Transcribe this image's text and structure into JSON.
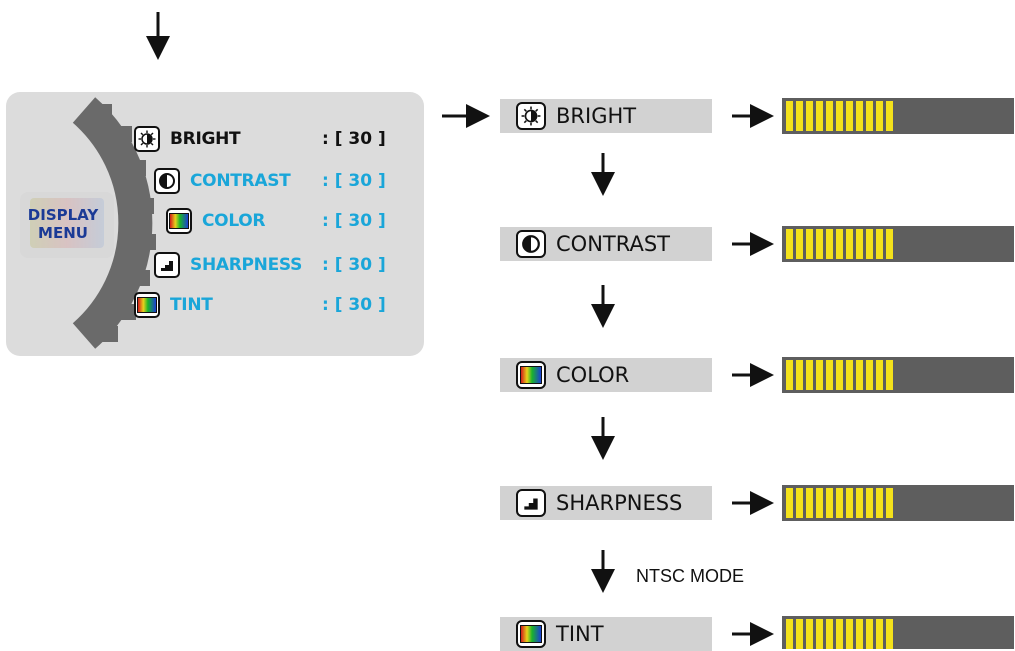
{
  "display_menu": {
    "badge_line1": "DISPLAY",
    "badge_line2": "MENU",
    "items": [
      {
        "label": "BRIGHT",
        "value": ": [ 30 ]",
        "icon": "brightness-icon",
        "selected": true
      },
      {
        "label": "CONTRAST",
        "value": ": [ 30 ]",
        "icon": "contrast-icon",
        "selected": false
      },
      {
        "label": "COLOR",
        "value": ": [ 30 ]",
        "icon": "color-icon",
        "selected": false
      },
      {
        "label": "SHARPNESS",
        "value": ": [ 30 ]",
        "icon": "sharpness-icon",
        "selected": false
      },
      {
        "label": "TINT",
        "value": ": [ 30 ]",
        "icon": "tint-icon",
        "selected": false
      }
    ]
  },
  "flow": {
    "steps": [
      {
        "label": "BRIGHT",
        "icon": "brightness-icon",
        "level_segments": 11
      },
      {
        "label": "CONTRAST",
        "icon": "contrast-icon",
        "level_segments": 11
      },
      {
        "label": "COLOR",
        "icon": "color-icon",
        "level_segments": 11
      },
      {
        "label": "SHARPNESS",
        "icon": "sharpness-icon",
        "level_segments": 11
      },
      {
        "label": "TINT",
        "icon": "tint-icon",
        "level_segments": 11
      }
    ],
    "note": "NTSC MODE"
  },
  "colors": {
    "panel": "#dcdcdc",
    "inactive_text": "#1aa6d9",
    "badge_text": "#1b3a96",
    "bar_background": "#5e5e5e",
    "bar_segment": "#f4e21b"
  }
}
